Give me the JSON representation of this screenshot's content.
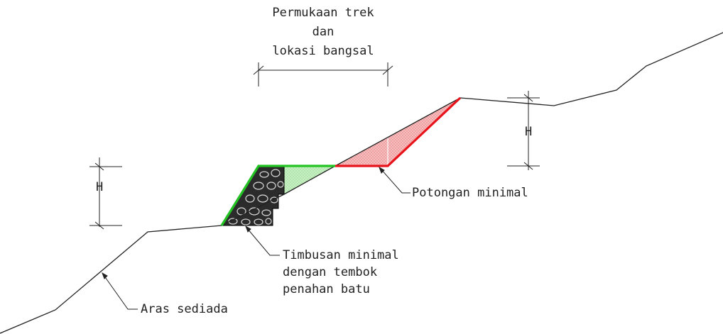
{
  "title": {
    "line1": "Permukaan trek",
    "line2": "dan",
    "line3": "lokasi bangsal"
  },
  "labels": {
    "h_left": "H",
    "h_right": "H",
    "cut": "Potongan minimal",
    "fill_line1": "Timbusan minimal",
    "fill_line2": "dengan tembok",
    "fill_line3": "penahan batu",
    "existing": "Aras sediada"
  },
  "colors": {
    "cut": "#e8141b",
    "cut_fill": "#f4a9ab",
    "fill": "#22c322",
    "fill_shade": "#b6eab0",
    "ground": "#222222",
    "wall": "#111111"
  }
}
